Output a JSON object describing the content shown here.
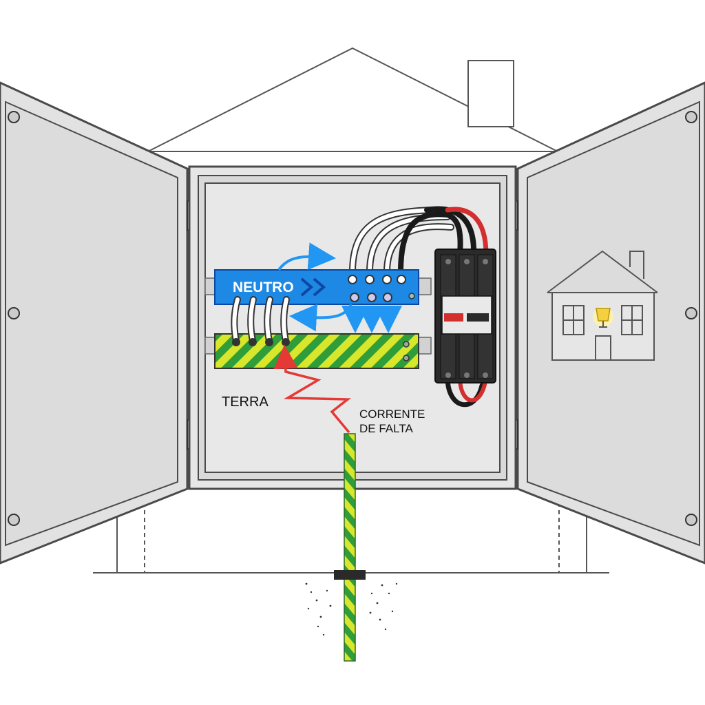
{
  "labels": {
    "neutral": "NEUTRO",
    "ground": "TERRA",
    "fault_line1": "CORRENTE",
    "fault_line2": "DE FALTA"
  },
  "colors": {
    "neutral_bar": "#1e88e5",
    "neutral_arrow": "#2196f3",
    "ground_green": "#2e9d3a",
    "ground_yellow": "#d8e62c",
    "fault_current": "#e53935",
    "phase_wire": "#d32f2f",
    "hot_wire": "#1a1a1a",
    "neutral_wire": "#ffffff",
    "enclosure": "#e3e3e3",
    "outline": "#4a4a4a",
    "lamp": "#f4d03f"
  },
  "icons": [
    "house-outline-icon",
    "lamp-icon",
    "chimney-icon",
    "ground-rod-icon"
  ]
}
